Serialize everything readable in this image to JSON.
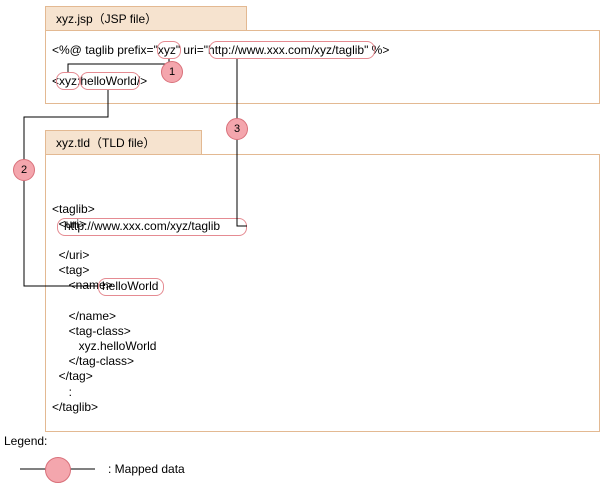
{
  "jsp": {
    "tab_label": "xyz.jsp（JSP file）",
    "line1_a": "<%@ taglib prefix=\"",
    "line1_prefix": "xyz",
    "line1_b": "\" uri=\"",
    "line1_uri": "http://www.xxx.com/xyz/taglib",
    "line1_c": "\" %>",
    "line2_a": "<",
    "line2_prefix": "xyz",
    "line2_colon": ":",
    "line2_tag": "helloWorld",
    "line2_c": "/>"
  },
  "tld": {
    "tab_label": "xyz.tld（TLD file）",
    "lines": [
      "<taglib>",
      "  <uri>",
      "",
      "  </uri>",
      "  <tag>",
      "     <name>",
      "",
      "     </name>",
      "     <tag-class>",
      "        xyz.helloWorld",
      "     </tag-class>",
      "  </tag>",
      "     :",
      "</taglib>"
    ],
    "uri_value": "http://www.xxx.com/xyz/taglib",
    "name_value": "helloWorld"
  },
  "badges": [
    "1",
    "2",
    "3"
  ],
  "legend": {
    "title": "Legend:",
    "label": ": Mapped data"
  },
  "colors": {
    "tab_fill": "#f6e3cf",
    "border": "#e3b992",
    "badge_fill": "#f4a6ad",
    "ring": "#e58b92"
  }
}
